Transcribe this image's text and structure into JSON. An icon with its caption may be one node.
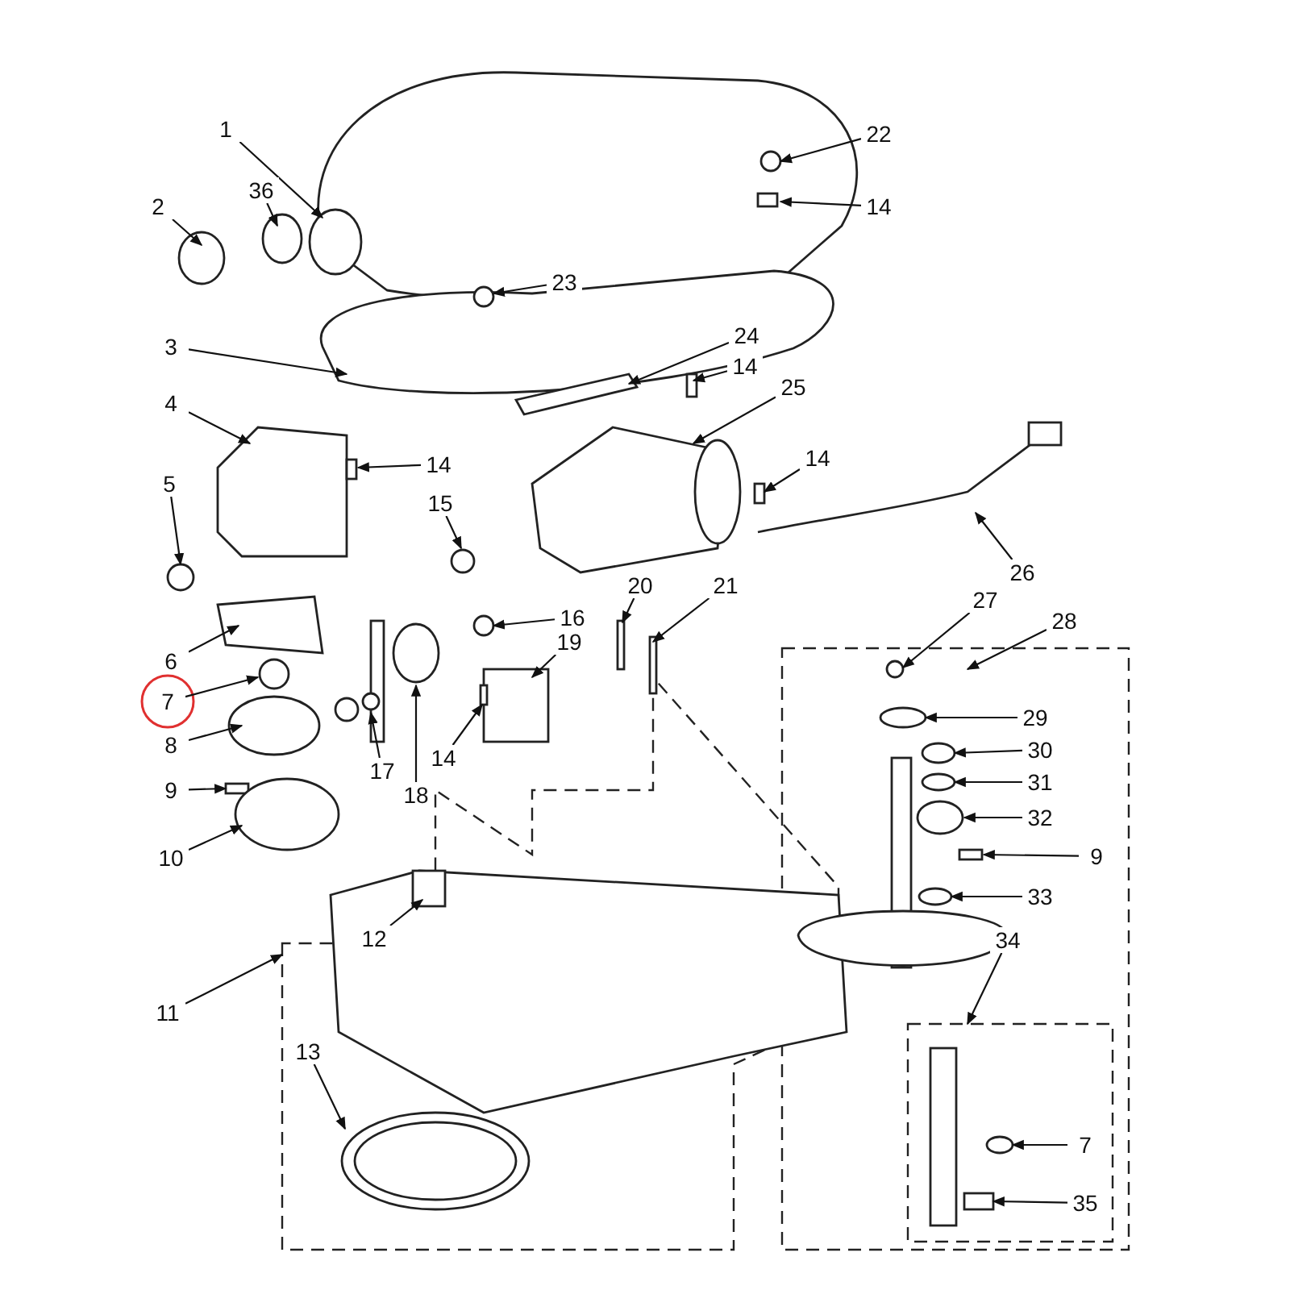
{
  "diagram": {
    "nodes": [
      {
        "text": [
          "1"
        ]
      },
      {
        "text": [
          "22"
        ]
      },
      {
        "text": [
          "2"
        ]
      },
      {
        "text": [
          "36"
        ]
      },
      {
        "text": [
          "14"
        ]
      },
      {
        "text": [
          "23"
        ]
      },
      {
        "text": [
          "3"
        ]
      },
      {
        "text": [
          "24"
        ]
      },
      {
        "text": [
          "14"
        ]
      },
      {
        "text": [
          "25"
        ]
      },
      {
        "text": [
          "4"
        ]
      },
      {
        "text": [
          "14"
        ]
      },
      {
        "text": [
          "14"
        ]
      },
      {
        "text": [
          "15"
        ]
      },
      {
        "text": [
          "5"
        ]
      },
      {
        "text": [
          "26"
        ]
      },
      {
        "text": [
          "20"
        ]
      },
      {
        "text": [
          "21"
        ]
      },
      {
        "text": [
          "16"
        ]
      },
      {
        "text": [
          "6"
        ]
      },
      {
        "text": [
          "27"
        ]
      },
      {
        "text": [
          "28"
        ]
      },
      {
        "text": [
          "19"
        ]
      },
      {
        "text": [
          "7"
        ]
      },
      {
        "text": [
          "29"
        ]
      },
      {
        "text": [
          "8"
        ]
      },
      {
        "text": [
          "14"
        ]
      },
      {
        "text": [
          "17"
        ]
      },
      {
        "text": [
          "18"
        ]
      },
      {
        "text": [
          "30"
        ]
      },
      {
        "text": [
          "31"
        ]
      },
      {
        "text": [
          "32"
        ]
      },
      {
        "text": [
          "9"
        ]
      },
      {
        "text": [
          "9"
        ]
      },
      {
        "text": [
          "33"
        ]
      },
      {
        "text": [
          "10"
        ]
      },
      {
        "text": [
          "12"
        ]
      },
      {
        "text": [
          "34"
        ]
      },
      {
        "text": [
          "11"
        ]
      },
      {
        "text": [
          "13"
        ]
      },
      {
        "text": [
          "7"
        ]
      },
      {
        "text": [
          "35"
        ]
      }
    ],
    "edges": [
      {
        "from": 0,
        "to": null,
        "arrow": "to"
      },
      {
        "from": 1,
        "to": null,
        "arrow": "to"
      },
      {
        "from": 2,
        "to": null,
        "arrow": "to"
      },
      {
        "from": 3,
        "to": null,
        "arrow": "to"
      },
      {
        "from": 4,
        "to": null,
        "arrow": "to"
      },
      {
        "from": 5,
        "to": null,
        "arrow": "to"
      },
      {
        "from": 6,
        "to": null,
        "arrow": "to"
      },
      {
        "from": 7,
        "to": null,
        "arrow": "to"
      },
      {
        "from": 8,
        "to": null,
        "arrow": "to"
      },
      {
        "from": 9,
        "to": null,
        "arrow": "to"
      },
      {
        "from": 10,
        "to": null,
        "arrow": "to"
      },
      {
        "from": 11,
        "to": null,
        "arrow": "to"
      },
      {
        "from": 12,
        "to": null,
        "arrow": "to"
      },
      {
        "from": 13,
        "to": null,
        "arrow": "to"
      },
      {
        "from": 14,
        "to": null,
        "arrow": "to"
      },
      {
        "from": 15,
        "to": null,
        "arrow": "to"
      },
      {
        "from": 16,
        "to": null,
        "arrow": "to"
      },
      {
        "from": 17,
        "to": null,
        "arrow": "to"
      },
      {
        "from": 18,
        "to": null,
        "arrow": "to"
      },
      {
        "from": 19,
        "to": null,
        "arrow": "to"
      },
      {
        "from": 20,
        "to": null,
        "arrow": "to"
      },
      {
        "from": 21,
        "to": null,
        "arrow": "to"
      },
      {
        "from": 22,
        "to": null,
        "arrow": "to"
      },
      {
        "from": 23,
        "to": null,
        "arrow": "to"
      },
      {
        "from": 24,
        "to": null,
        "arrow": "to"
      },
      {
        "from": 25,
        "to": null,
        "arrow": "to"
      },
      {
        "from": 26,
        "to": null,
        "arrow": "to"
      },
      {
        "from": 27,
        "to": null,
        "arrow": "to"
      },
      {
        "from": 28,
        "to": null,
        "arrow": "to"
      },
      {
        "from": 29,
        "to": null,
        "arrow": "to"
      },
      {
        "from": 30,
        "to": null,
        "arrow": "to"
      },
      {
        "from": 31,
        "to": null,
        "arrow": "to"
      },
      {
        "from": 32,
        "to": null,
        "arrow": "to"
      },
      {
        "from": 33,
        "to": null,
        "arrow": "to"
      },
      {
        "from": 34,
        "to": null,
        "arrow": "to"
      },
      {
        "from": 35,
        "to": null,
        "arrow": "to"
      },
      {
        "from": 36,
        "to": null,
        "arrow": "to"
      },
      {
        "from": 37,
        "to": null,
        "arrow": "to"
      },
      {
        "from": 38,
        "to": null,
        "arrow": "to"
      },
      {
        "from": 39,
        "to": null,
        "arrow": "to"
      },
      {
        "from": 40,
        "to": null,
        "arrow": "to"
      },
      {
        "from": 41,
        "to": null,
        "arrow": "to"
      }
    ]
  }
}
